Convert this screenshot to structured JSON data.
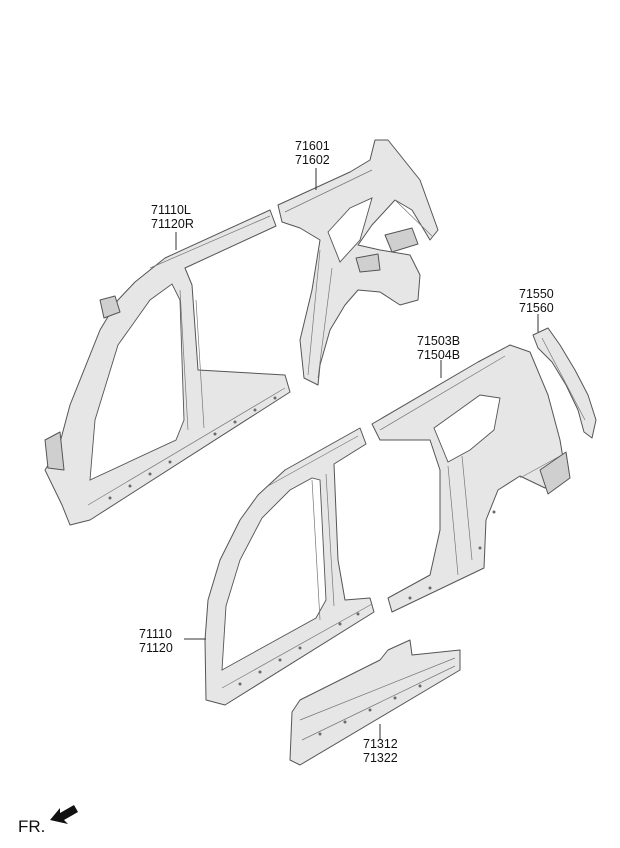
{
  "callouts": [
    {
      "id": "inner-quarter",
      "lines": [
        "71601",
        "71602"
      ]
    },
    {
      "id": "inner-front",
      "lines": [
        "71110L",
        "71120R"
      ]
    },
    {
      "id": "outer-quarter",
      "lines": [
        "71503B",
        "71504B"
      ]
    },
    {
      "id": "quarter-ext",
      "lines": [
        "71550",
        "71560"
      ]
    },
    {
      "id": "outer-front",
      "lines": [
        "71110",
        "71120"
      ]
    },
    {
      "id": "sill",
      "lines": [
        "71312",
        "71322"
      ]
    }
  ],
  "direction": {
    "label": "FR."
  }
}
